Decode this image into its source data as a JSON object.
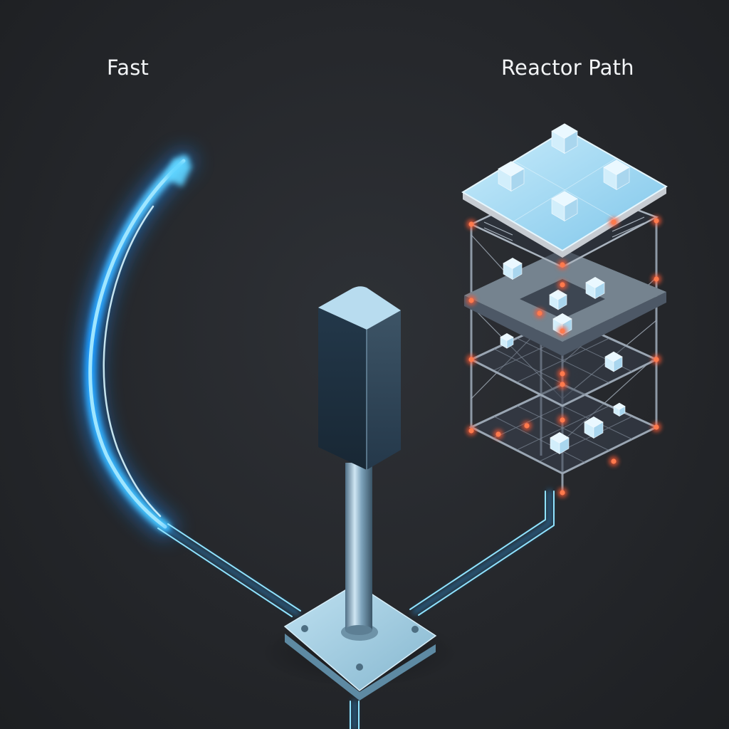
{
  "labels": {
    "left": "Fast",
    "right": "Reactor Path"
  },
  "colors": {
    "background": "#25272b",
    "fast_path_glow": "#2aa8ff",
    "trace_line": "#7fdcff",
    "node": "#ff5a36",
    "panel": "#9fd8f2",
    "cube": "#d2eefb",
    "frame": "#8e99a6",
    "prism": "#2b3d4d",
    "base_plate": "#9fc9de"
  },
  "icons": {
    "left_element": "glowing-curved-path",
    "center_element": "pillar-on-base-plate",
    "right_element": "layered-reactor-tower"
  }
}
